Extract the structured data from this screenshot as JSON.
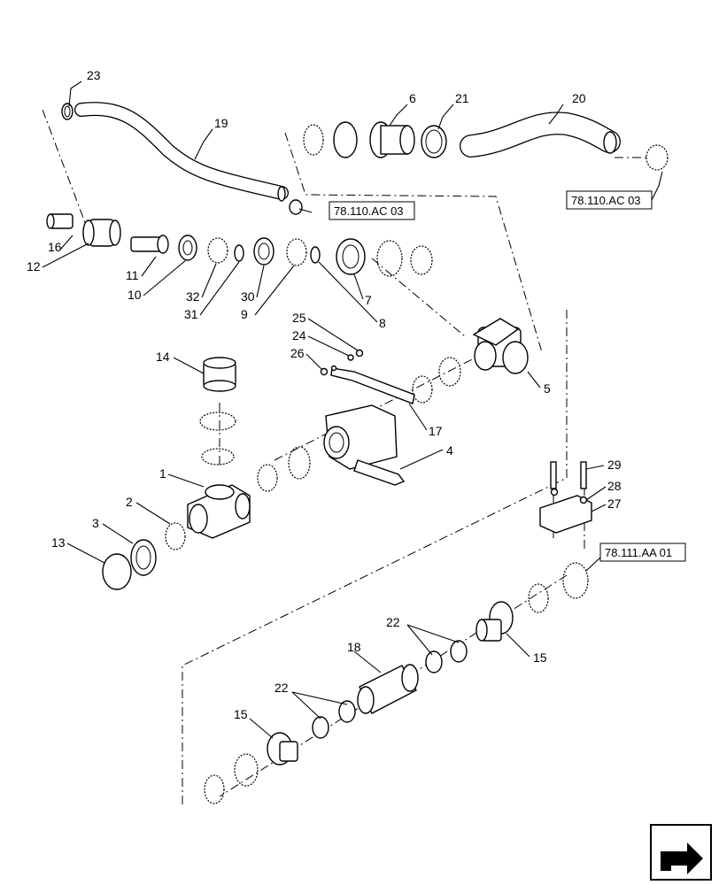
{
  "callouts": {
    "c1": "1",
    "c2": "2",
    "c3": "3",
    "c4": "4",
    "c5": "5",
    "c6": "6",
    "c7": "7",
    "c8": "8",
    "c9": "9",
    "c10": "10",
    "c11": "11",
    "c12": "12",
    "c13": "13",
    "c14": "14",
    "c15a": "15",
    "c15b": "15",
    "c16": "16",
    "c17": "17",
    "c18": "18",
    "c19": "19",
    "c20": "20",
    "c21": "21",
    "c22a": "22",
    "c22b": "22",
    "c23": "23",
    "c24": "24",
    "c25": "25",
    "c26": "26",
    "c27": "27",
    "c28": "28",
    "c29": "29",
    "c30": "30",
    "c31": "31",
    "c32": "32"
  },
  "references": {
    "ref_a": "78.110.AC 03",
    "ref_b": "78.110.AC 03",
    "ref_c": "78.111.AA 01"
  },
  "icons": {
    "navigation": "next-page-arrow-icon"
  },
  "colors": {
    "line": "#000000",
    "background": "#ffffff"
  }
}
